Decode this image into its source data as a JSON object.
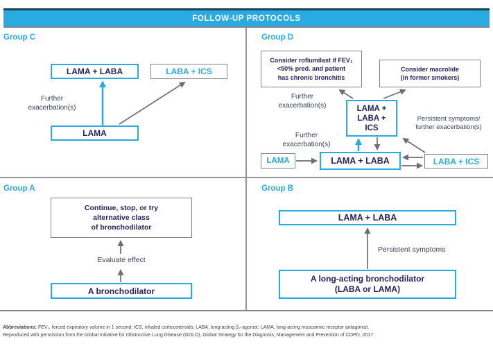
{
  "header": {
    "title": "FOLLOW-UP PROTOCOLS"
  },
  "colors": {
    "accent_cyan": "#29abe2",
    "navy_text": "#262262",
    "border_gray": "#808285",
    "arrow_gray": "#6d6e71",
    "header_top_edge": "#1e3f54"
  },
  "group_c": {
    "label": "Group C",
    "box_lama_laba": "LAMA + LABA",
    "box_laba_ics": "LABA + ICS",
    "box_lama": "LAMA",
    "further_line1": "Further",
    "further_line2": "exacerbation(s)"
  },
  "group_d": {
    "label": "Group D",
    "roflumilast_line1": "Consider roflumilast if FEV₁",
    "roflumilast_line2": "<50% pred. and patient",
    "roflumilast_line3": "has chronic bronchitis",
    "macrolide_line1": "Consider macrolide",
    "macrolide_line2": "(in former smokers)",
    "triple_line1": "LAMA +",
    "triple_line2": "LABA +",
    "triple_line3": "ICS",
    "further_a_line1": "Further",
    "further_a_line2": "exacerbation(s)",
    "persistent_line1": "Persistent symptoms/",
    "persistent_line2": "further exacerbation(s)",
    "further_b_line1": "Further",
    "further_b_line2": "exacerbation(s)",
    "box_lama": "LAMA",
    "box_lama_laba": "LAMA + LABA",
    "box_laba_ics": "LABA + ICS"
  },
  "group_a": {
    "label": "Group A",
    "continue_line1": "Continue, stop, or try",
    "continue_line2": "alternative class",
    "continue_line3": "of bronchodilator",
    "evaluate": "Evaluate effect",
    "box_bronchodilator": "A bronchodilator"
  },
  "group_b": {
    "label": "Group B",
    "box_lama_laba": "LAMA + LABA",
    "persistent": "Persistent symptoms",
    "long_acting_line1": "A long-acting bronchodilator",
    "long_acting_line2": "(LABA or LAMA)"
  },
  "footer": {
    "abbrev_label": "Abbreviations:",
    "abbrev_text": " FEV₁, forced expiratory volume in 1 second; ICS, inhaled corticosteroids; LABA, long-acting β₂-agonist; LAMA, long-acting muscarinic receptor antagonist.",
    "line2": "Reproduced with permission from the Global Initiative for Obstructive Lung Disease (GOLD), Global Strategy for the Diagnosis, Management and Prevention of COPD, 2017."
  }
}
